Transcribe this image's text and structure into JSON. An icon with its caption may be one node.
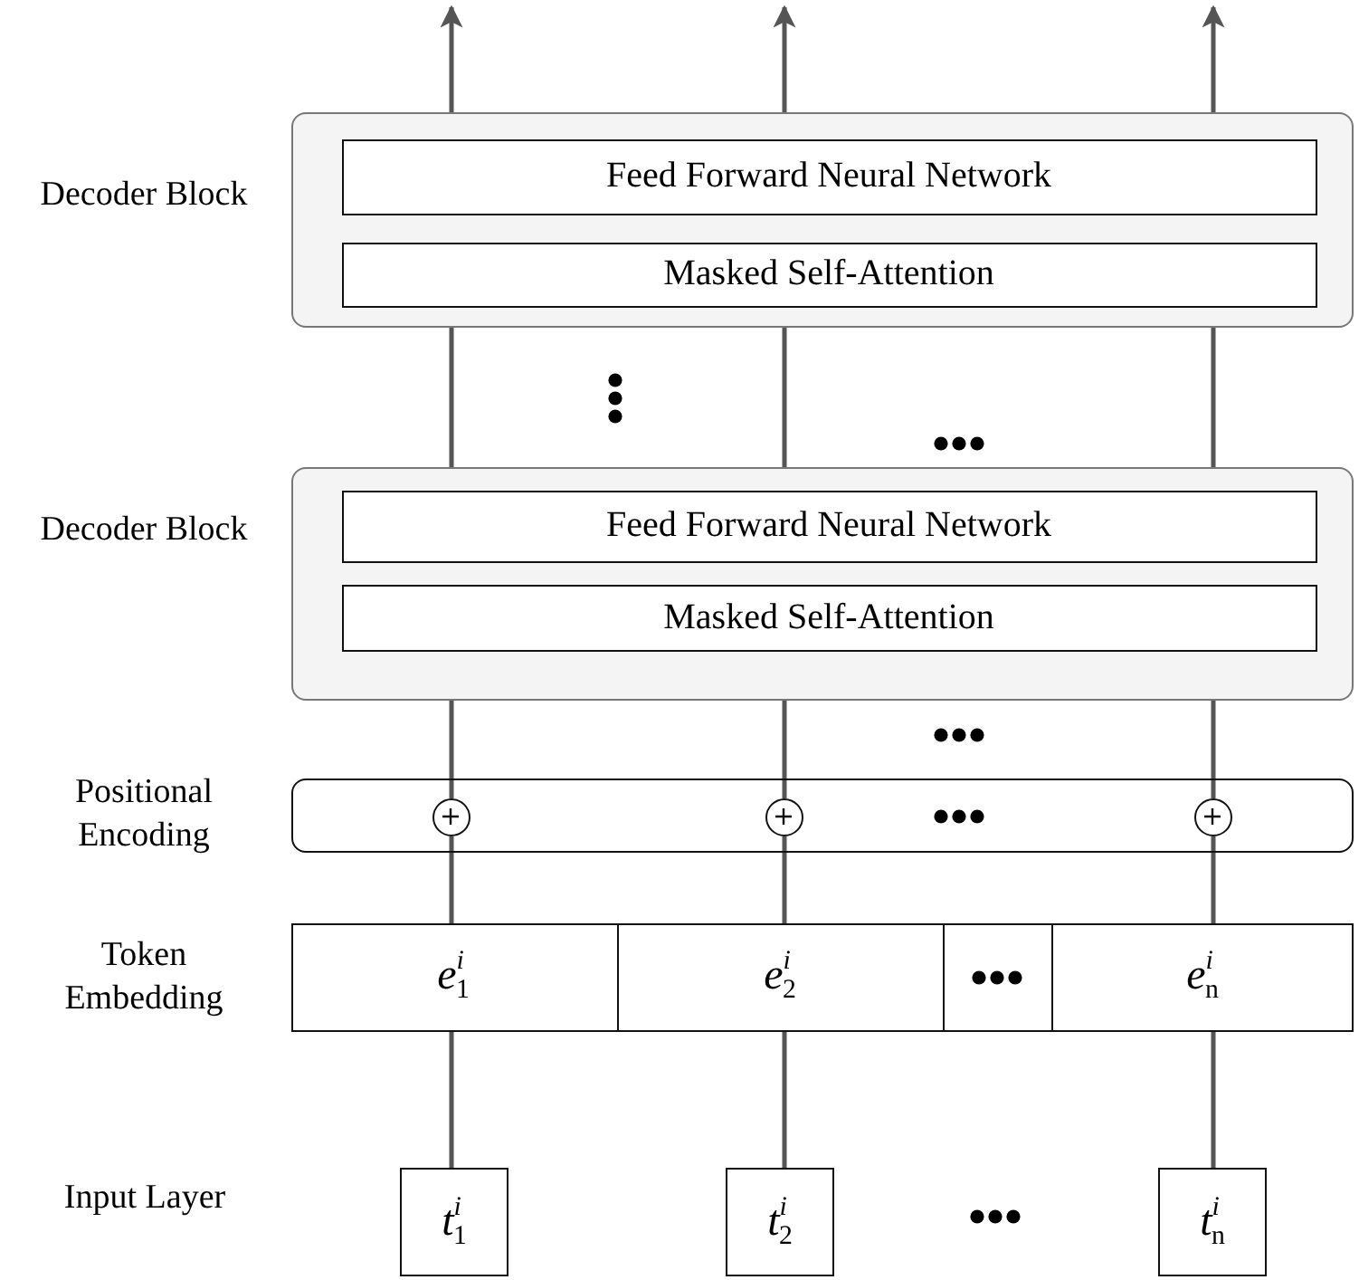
{
  "diagram": {
    "nodes": [
      {
        "text": [
          "Decoder Block"
        ]
      },
      {
        "text": [
          "Feed Forward Neural Network"
        ],
        "in": 0
      },
      {
        "text": [
          "Masked Self-Attention"
        ],
        "in": 0
      },
      {
        "text": [
          "Decoder Block"
        ]
      },
      {
        "text": [
          "Feed Forward Neural Network"
        ],
        "in": 3
      },
      {
        "text": [
          "Masked Self-Attention"
        ],
        "in": 3
      },
      {
        "text": [
          "Positional Encoding"
        ]
      },
      {
        "text": [],
        "shape": "circle",
        "in": 6
      },
      {
        "text": [],
        "shape": "circle",
        "in": 6
      },
      {
        "text": [],
        "shape": "circle",
        "in": 6
      },
      {
        "text": [
          "Token Embedding"
        ]
      },
      {
        "text": [
          "e$^{i}$$_{1}$"
        ],
        "in": 10
      },
      {
        "text": [
          "e$^{i}$$_{2}$"
        ],
        "in": 10
      },
      {
        "text": [],
        "shape": "box",
        "in": 10
      },
      {
        "text": [
          "e$^{i}$$_{n}$"
        ],
        "in": 10
      },
      {
        "text": [
          "t$^{i}$$_{1}$"
        ]
      },
      {
        "text": [
          "t$^{i}$$_{2}$"
        ]
      },
      {
        "text": [
          "t$^{i}$$_{n}$"
        ]
      }
    ],
    "edges": [
      {
        "from": 15,
        "to": 11,
        "arrow": "none"
      },
      {
        "from": 16,
        "to": 12,
        "arrow": "none"
      },
      {
        "from": 17,
        "to": 14,
        "arrow": "none"
      },
      {
        "from": 11,
        "to": 7,
        "arrow": "none"
      },
      {
        "from": 12,
        "to": 8,
        "arrow": "none"
      },
      {
        "from": 14,
        "to": 9,
        "arrow": "none"
      },
      {
        "from": 7,
        "to": 3,
        "arrow": "none"
      },
      {
        "from": 8,
        "to": 3,
        "arrow": "none"
      },
      {
        "from": 9,
        "to": 3,
        "arrow": "none"
      },
      {
        "from": 3,
        "to": 0,
        "arrow": "none"
      },
      {
        "from": 3,
        "to": 0,
        "arrow": "none"
      },
      {
        "from": 3,
        "to": 0,
        "arrow": "none"
      },
      {
        "from": 0,
        "to": null,
        "arrow": "to"
      },
      {
        "from": 0,
        "to": null,
        "arrow": "to"
      },
      {
        "from": 0,
        "to": null,
        "arrow": "to"
      }
    ],
    "labels": [
      "Input Layer"
    ]
  }
}
